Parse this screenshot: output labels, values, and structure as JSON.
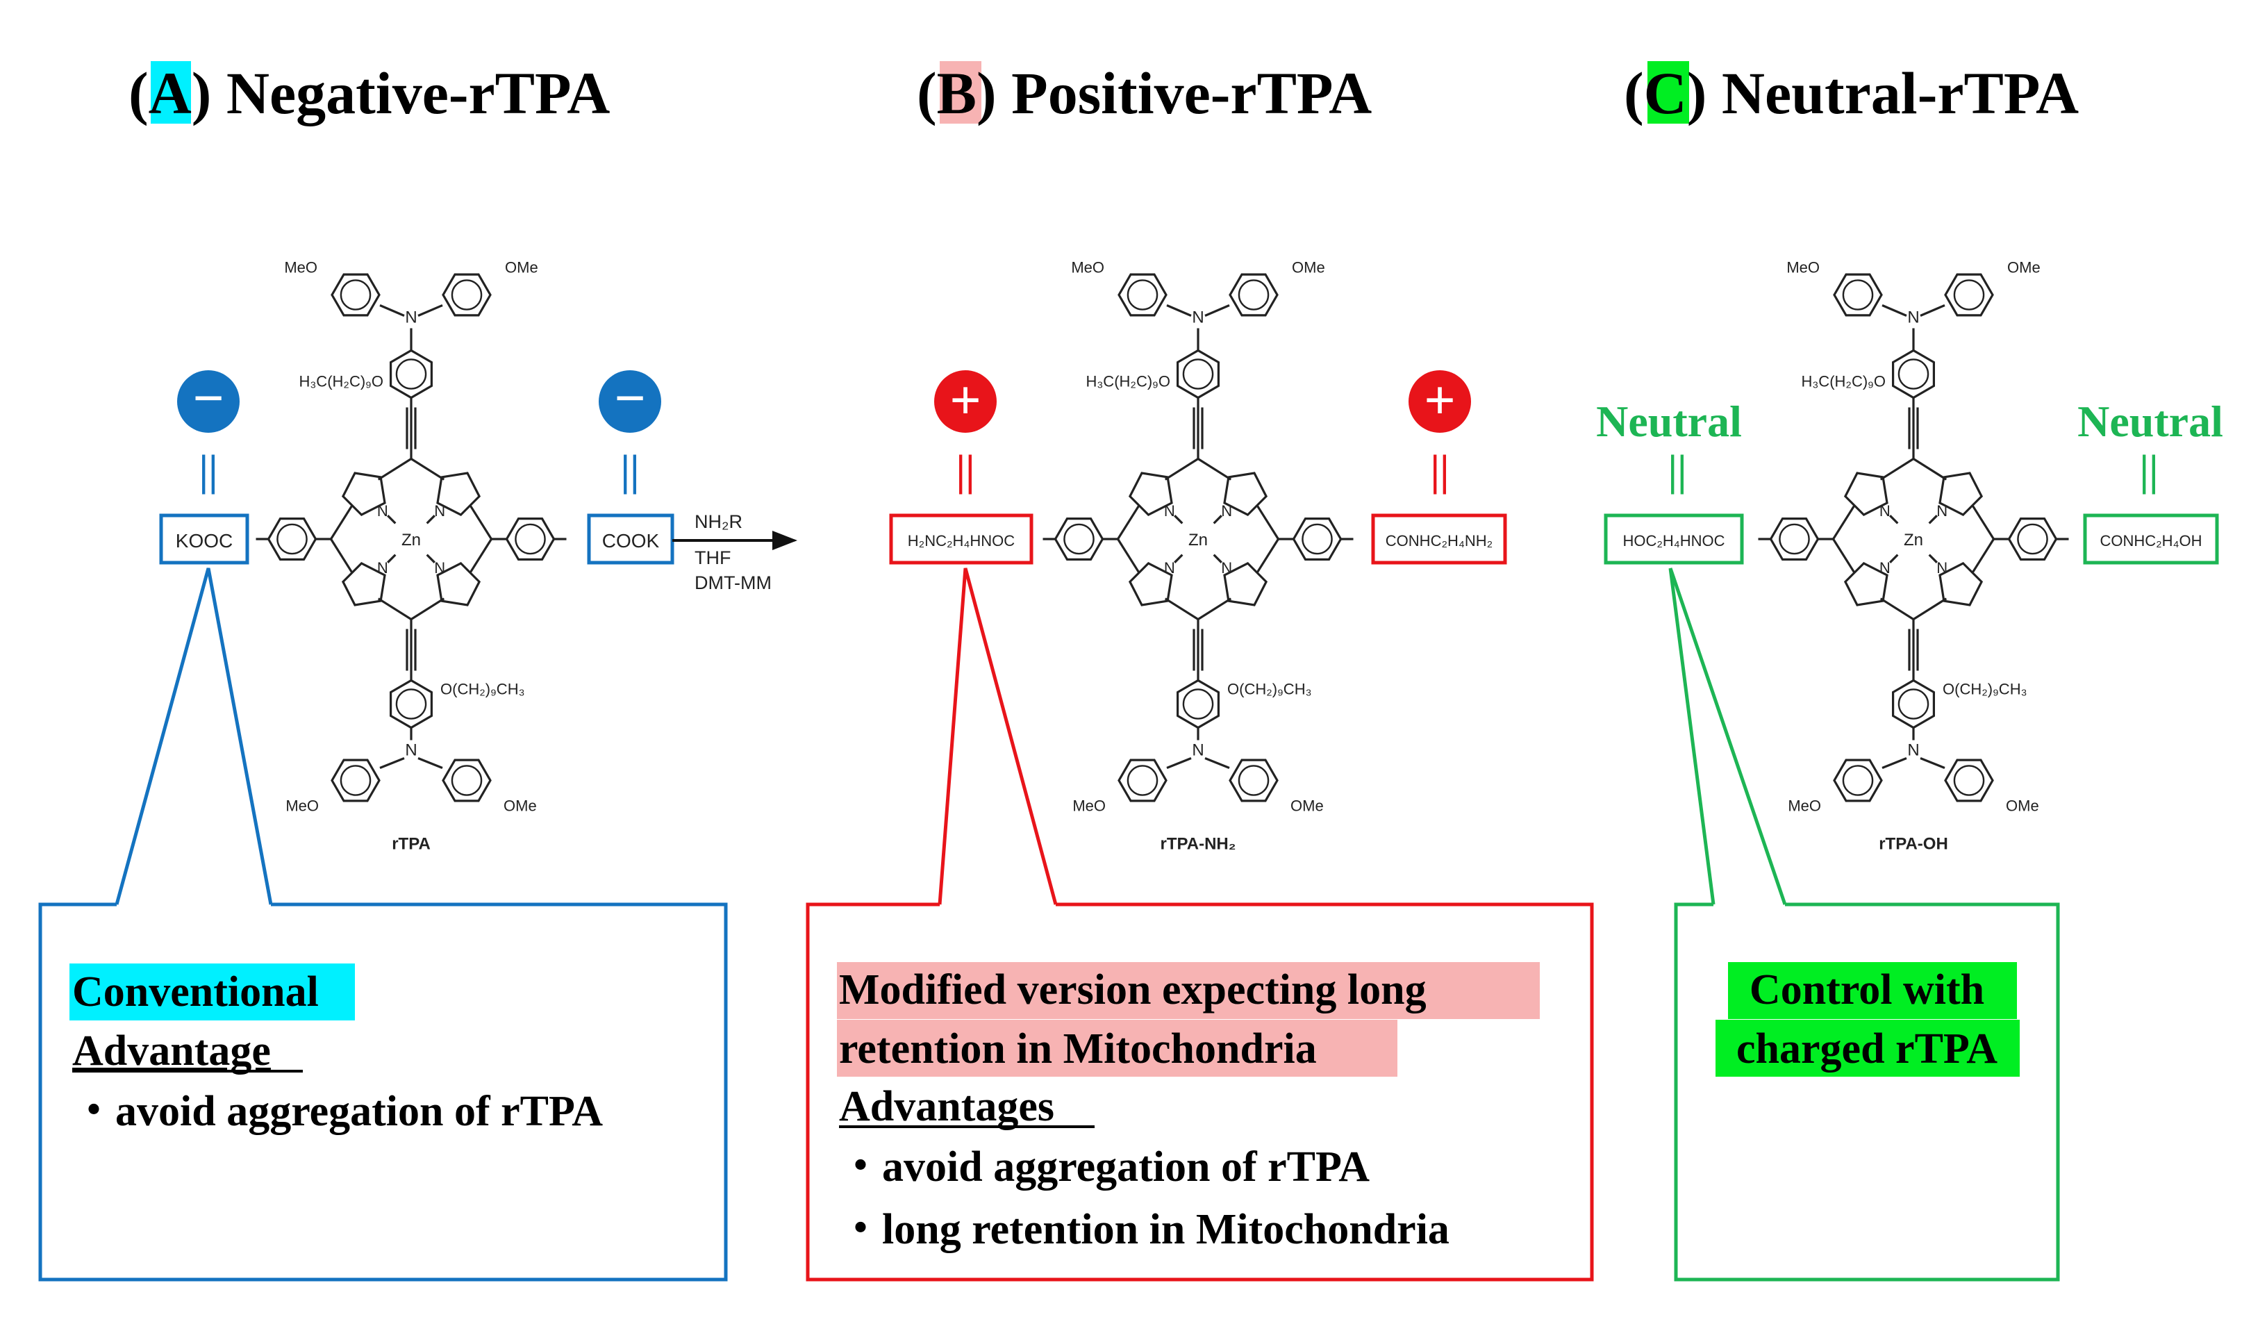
{
  "colors": {
    "blue": "#1473c0",
    "red": "#e8141a",
    "green": "#1db554",
    "cyan_highlight": "#00f0ff",
    "pink_highlight": "#f7b3b3",
    "green_highlight": "#00ee22",
    "bond": "#222222"
  },
  "panels": [
    {
      "letter": "A",
      "close_paren": ") ",
      "open_paren": "(",
      "title": "Negative-rTPA",
      "charge_symbol": "−",
      "charge_word": "",
      "equals": "||",
      "left_group": "KOOC",
      "right_group": "COOK",
      "compound_label": "rTPA",
      "box_highlight": "Conventional",
      "box_heading": "Advantage",
      "box_bullets": [
        "・avoid aggregation of rTPA"
      ]
    },
    {
      "letter": "B",
      "close_paren": ") ",
      "open_paren": "(",
      "title": "Positive-rTPA",
      "charge_symbol": "+",
      "charge_word": "",
      "equals": "||",
      "left_group": "H₂NC₂H₄HNOC",
      "right_group": "CONHC₂H₄NH₂",
      "compound_label": "rTPA-NH₂",
      "box_highlight_lines": [
        "Modified version expecting long",
        "retention in Mitochondria"
      ],
      "box_heading": "Advantages",
      "box_bullets": [
        "・avoid aggregation of rTPA",
        "・long retention in Mitochondria"
      ]
    },
    {
      "letter": "C",
      "close_paren": ") ",
      "open_paren": "(",
      "title": "Neutral-rTPA",
      "charge_symbol": "",
      "charge_word": "Neutral",
      "equals": "||",
      "left_group": "HOC₂H₄HNOC",
      "right_group": "CONHC₂H₄OH",
      "compound_label": "rTPA-OH",
      "box_highlight_lines": [
        "Control with",
        "charged rTPA"
      ]
    }
  ],
  "molecule": {
    "meo_left": "MeO",
    "ome_right": "OMe",
    "nitrogen": "N",
    "metal": "Zn",
    "top_alkoxy": "H₃C(H₂C)₉O",
    "bottom_alkoxy": "O(CH₂)₉CH₃"
  },
  "reaction": {
    "reagent1": "NH₂R",
    "reagent2": "THF",
    "reagent3": "DMT-MM"
  }
}
